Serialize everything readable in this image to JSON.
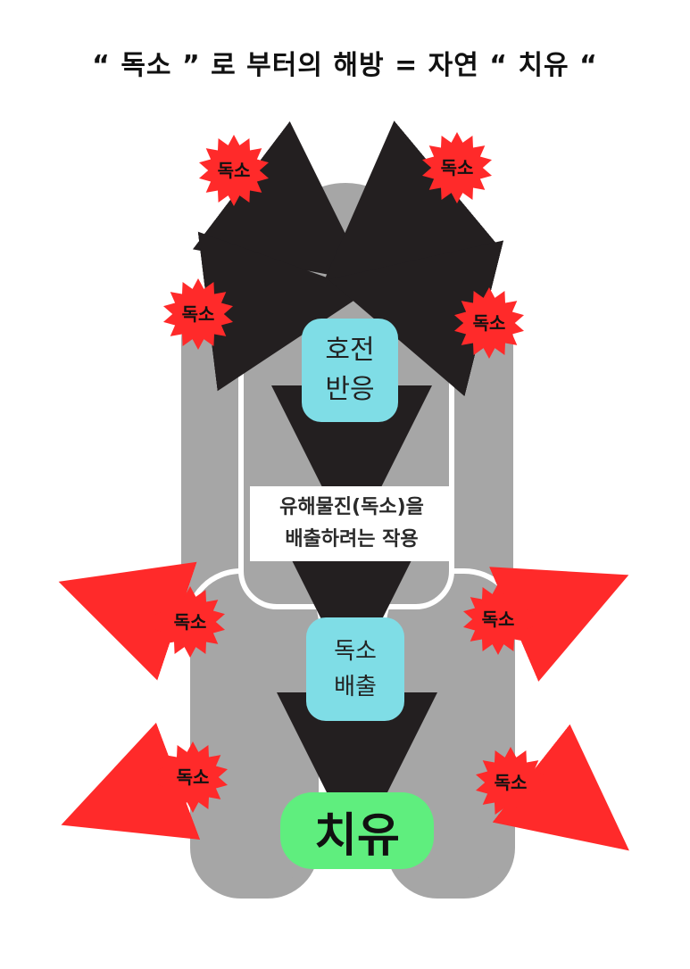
{
  "title": "“ 독소 ” 로 부터의 해방 = 자연 “ 치유 “",
  "toxin_label": "독소",
  "toxins": [
    {
      "label": "독소",
      "direction": "inward"
    },
    {
      "label": "독소",
      "direction": "inward"
    },
    {
      "label": "독소",
      "direction": "inward"
    },
    {
      "label": "독소",
      "direction": "inward"
    },
    {
      "label": "독소",
      "direction": "outward"
    },
    {
      "label": "독소",
      "direction": "outward"
    },
    {
      "label": "독소",
      "direction": "outward"
    },
    {
      "label": "독소",
      "direction": "outward"
    }
  ],
  "steps": {
    "reaction": {
      "line1": "호전",
      "line2": "반응"
    },
    "effect": {
      "line1": "유해물진(독소)을",
      "line2": "배출하려는 작용"
    },
    "toxin_release": {
      "line1": "독소",
      "line2": "배출"
    },
    "healing": "치유"
  },
  "colors": {
    "body": "#a6a6a6",
    "toxin_burst": "#ff2a2a",
    "inward_arrow": "#231f20",
    "outward_arrow": "#ff2a2a",
    "step_box": "#7fdde6",
    "healing_box": "#5fee7e"
  }
}
